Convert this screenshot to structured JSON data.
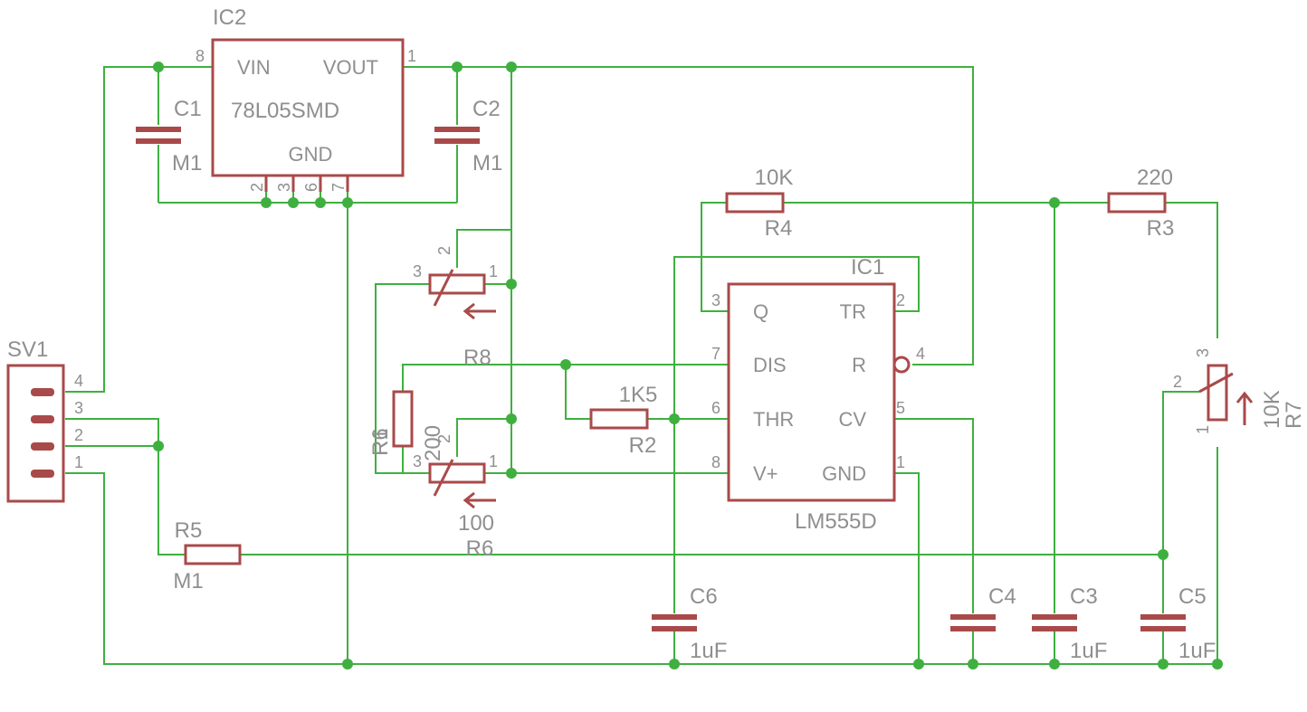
{
  "colors": {
    "wire": "#3fb03f",
    "part": "#a94a4a",
    "text": "#8f8f8f",
    "background": "#ffffff"
  },
  "ic2": {
    "name": "IC2",
    "value": "78L05SMD",
    "vin": "VIN",
    "vout": "VOUT",
    "gnd": "GND",
    "pins": {
      "p8": "8",
      "p1": "1",
      "p2": "2",
      "p3": "3",
      "p6": "6",
      "p7": "7"
    }
  },
  "ic1": {
    "name": "IC1",
    "value": "LM555D",
    "q": "Q",
    "tr": "TR",
    "dis": "DIS",
    "r": "R",
    "thr": "THR",
    "cv": "CV",
    "vplus": "V+",
    "gnd": "GND",
    "pins": {
      "p3": "3",
      "p2": "2",
      "p7": "7",
      "p4": "4",
      "p6": "6",
      "p5": "5",
      "p8": "8",
      "p1": "1"
    }
  },
  "c1": {
    "name": "C1",
    "value": "M1"
  },
  "c2": {
    "name": "C2",
    "value": "M1"
  },
  "c3": {
    "name": "C3",
    "value": "1uF"
  },
  "c4": {
    "name": "C4"
  },
  "c5": {
    "name": "C5",
    "value": "1uF"
  },
  "c6": {
    "name": "C6",
    "value": "1uF"
  },
  "r1": {
    "name": "R1",
    "value": "200",
    "pins": {
      "p1": "1",
      "p2": "2",
      "p3": "3"
    }
  },
  "r8": {
    "name": "R8",
    "pins": {
      "p1": "1",
      "p2": "2",
      "p3": "3"
    }
  },
  "r2": {
    "name": "R2",
    "value": "1K5"
  },
  "r3": {
    "name": "R3",
    "value": "220"
  },
  "r4": {
    "name": "R4",
    "value": "10K"
  },
  "r5": {
    "name": "R5",
    "value": "M1"
  },
  "r6": {
    "name": "R6",
    "value": "100"
  },
  "r7": {
    "name": "R7",
    "value": "10K",
    "pins": {
      "p1": "1",
      "p2": "2",
      "p3": "3"
    }
  },
  "sv1": {
    "name": "SV1",
    "pins": {
      "p4": "4",
      "p3": "3",
      "p2": "2",
      "p1": "1"
    }
  }
}
